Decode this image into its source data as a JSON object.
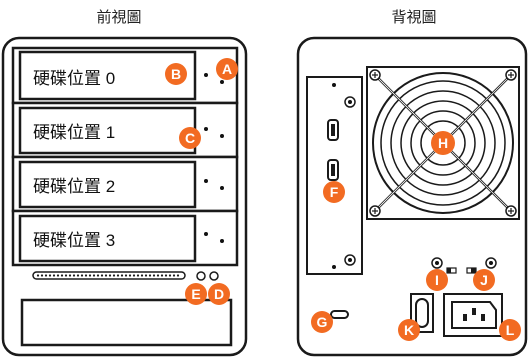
{
  "titles": {
    "front": "前視圖",
    "back": "背視圖"
  },
  "front": {
    "bays": [
      {
        "label": "硬碟位置 0"
      },
      {
        "label": "硬碟位置 1"
      },
      {
        "label": "硬碟位置 2"
      },
      {
        "label": "硬碟位置 3"
      }
    ]
  },
  "markers": {
    "A": "A",
    "B": "B",
    "C": "C",
    "D": "D",
    "E": "E",
    "F": "F",
    "G": "G",
    "H": "H",
    "I": "I",
    "J": "J",
    "K": "K",
    "L": "L"
  },
  "colors": {
    "marker": "#f26b22",
    "outline": "#1a1a1a",
    "panel": "#ffffff"
  }
}
